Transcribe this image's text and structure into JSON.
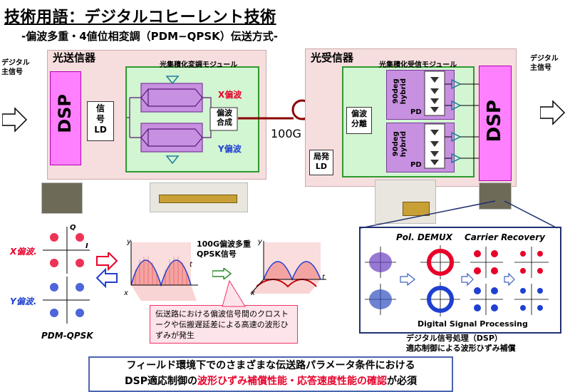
{
  "header": {
    "title": "技術用語：デジタルコヒーレント技術",
    "subtitle": "-偏波多重・4値位相変調（PDM−QPSK）伝送方式-"
  },
  "transmitter": {
    "input_label": "デジタル\n主信号",
    "title": "光送信器",
    "dsp": "DSP",
    "ld": "信\n号\nLD",
    "module_title": "光集積化変調モジュール",
    "x_pol": "X偏波",
    "y_pol": "Y偏波",
    "combiner": "偏波\n合成"
  },
  "fiber_label": "100G",
  "receiver": {
    "title": "光受信器",
    "module_title": "光集積化受信モジュール",
    "splitter": "偏波\n分離",
    "hybrid": "90deg\nhybrid",
    "pd": "PD",
    "lo": "局発\nLD",
    "dsp": "DSP",
    "output_label": "デジタル\n主信号"
  },
  "constellation": {
    "x_label": "X偏波.",
    "y_label": "Y偏波.",
    "pdm_label": "PDM-QPSK",
    "axis_q": "Q",
    "axis_i": "I"
  },
  "waveform": {
    "signal_label": "100G偏波多重\nQPSK信号",
    "axis_t": "t",
    "axis_x": "x",
    "axis_y": "y"
  },
  "callout": "伝送路における偏波信号間のクロストークや伝搬遅延差による高速の波形ひずみが発生",
  "dsp_panel": {
    "pol_demux": "Pol. DEMUX",
    "carrier_recovery": "Carrier Recovery",
    "footer": "Digital Signal Processing",
    "caption": "デジタル信号処理（DSP）\n適応制御による波形ひずみ補償"
  },
  "bottom": {
    "line1": "フィールド環境下でのさまざまな伝送路パラメータ条件における",
    "line2_prefix": "DSP適応制御の",
    "line2_highlight": "波形ひずみ補償性能・応答速度性能の確認",
    "line2_suffix": "が必須"
  },
  "colors": {
    "x_pol_red": "#e8002a",
    "y_pol_blue": "#2040d0",
    "magenta": "#ff80ff",
    "module_green": "#2e9a2e"
  }
}
